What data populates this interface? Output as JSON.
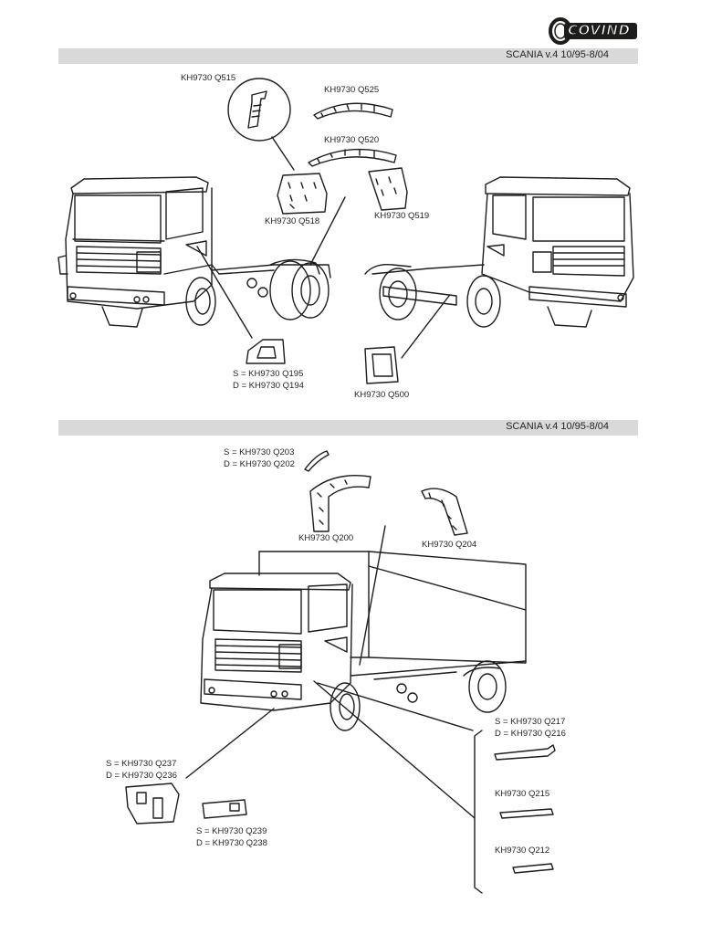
{
  "brand": {
    "logo_text": "COVIND"
  },
  "sections": [
    {
      "title": "SCANIA v.4 10/95-8/04"
    },
    {
      "title": "SCANIA v.4 10/95-8/04"
    }
  ],
  "parts": {
    "q515": "KH9730 Q515",
    "q525": "KH9730 Q525",
    "q520": "KH9730 Q520",
    "q518": "KH9730 Q518",
    "q519": "KH9730 Q519",
    "q195_s": "S = KH9730 Q195",
    "q194_d": "D = KH9730 Q194",
    "q500": "KH9730 Q500",
    "q203_s": "S = KH9730 Q203",
    "q202_d": "D = KH9730 Q202",
    "q200": "KH9730 Q200",
    "q204": "KH9730 Q204",
    "q217_s": "S = KH9730 Q217",
    "q216_d": "D = KH9730 Q216",
    "q237_s": "S = KH9730 Q237",
    "q236_d": "D = KH9730 Q236",
    "q215": "KH9730 Q215",
    "q239_s": "S = KH9730 Q239",
    "q238_d": "D = KH9730 Q238",
    "q212": "KH9730 Q212"
  }
}
